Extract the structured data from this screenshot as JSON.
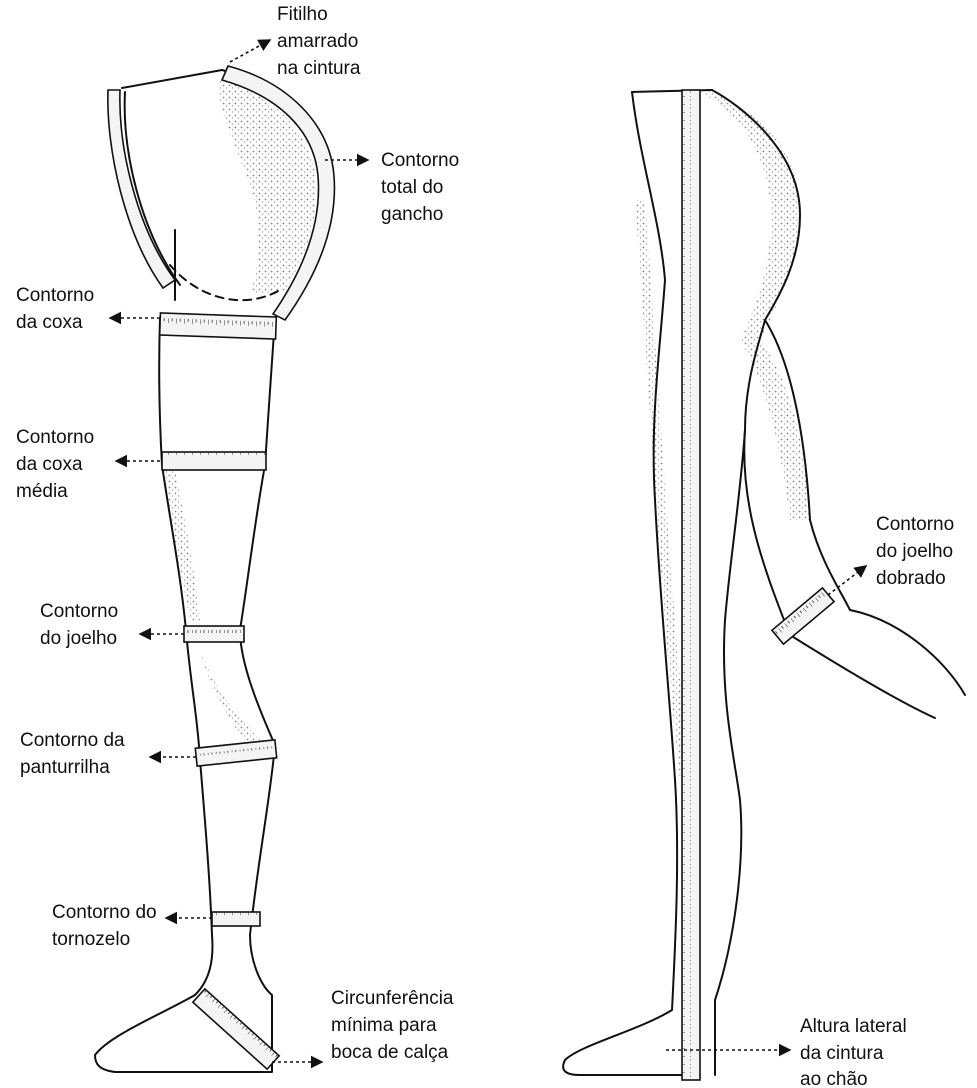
{
  "labels": {
    "fitilho": [
      "Fitilho",
      "amarrado",
      "na cintura"
    ],
    "gancho": [
      "Contorno",
      "total do",
      "gancho"
    ],
    "coxa": [
      "Contorno",
      "da coxa"
    ],
    "coxa_media": [
      "Contorno",
      "da coxa",
      "média"
    ],
    "joelho": [
      "Contorno",
      "do joelho"
    ],
    "panturrilha": [
      "Contorno da",
      "panturrilha"
    ],
    "tornozelo": [
      "Contorno do",
      "tornozelo"
    ],
    "boca": [
      "Circunferência",
      "mínima para",
      "boca de calça"
    ],
    "joelho_dobrado": [
      "Contorno",
      "do joelho",
      "dobrado"
    ],
    "altura": [
      "Altura lateral",
      "da cintura",
      "ao chão"
    ]
  }
}
